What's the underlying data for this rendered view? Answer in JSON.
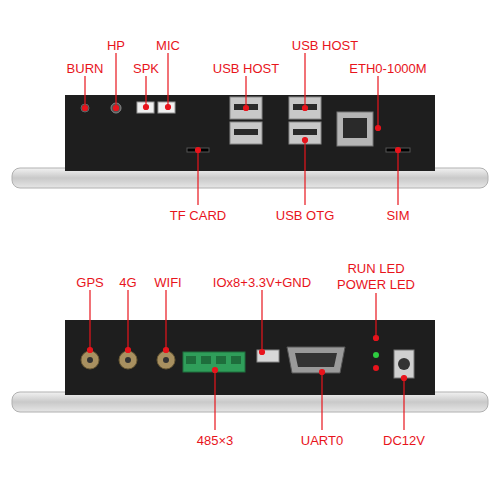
{
  "diagram": {
    "labels": [
      "BURN",
      "HP",
      "SPK",
      "MIC",
      "USB HOST",
      "USB HOST",
      "ETH0-1000M",
      "TF CARD",
      "USB OTG",
      "SIM",
      "GPS",
      "4G",
      "WIFI",
      "IOx8+3.3V+GND",
      "RUN LED",
      "POWER LED",
      "485×3",
      "UART0",
      "DC12V"
    ]
  }
}
